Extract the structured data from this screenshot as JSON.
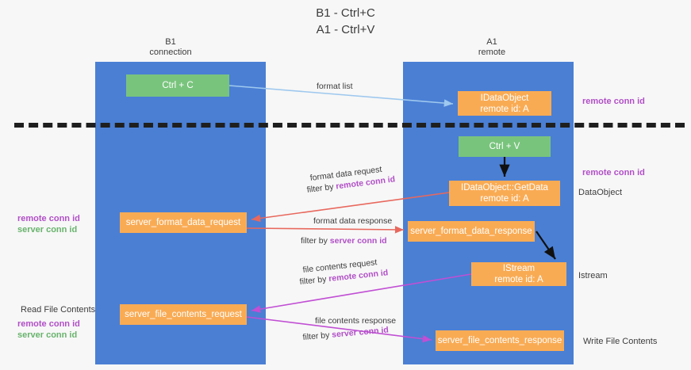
{
  "title": "B1 - Ctrl+C\nA1 - Ctrl+V",
  "columns": {
    "left": "B1\nconnection",
    "right": "A1\nremote"
  },
  "boxes": {
    "ctrl_c": "Ctrl + C",
    "idataobject_line1": "IDataObject",
    "idataobject_line2": "remote id: A",
    "ctrl_v": "Ctrl + V",
    "getdata_line1": "IDataObject::GetData",
    "getdata_line2": "remote id: A",
    "istream_line1": "IStream",
    "istream_line2": "remote id: A",
    "server_format_data_request": "server_format_data_request",
    "server_format_data_response": "server_format_data_response",
    "server_file_contents_request": "server_file_contents_request",
    "server_file_contents_response": "server_file_contents_response"
  },
  "side_labels": {
    "remote_conn_id_top": "remote conn id",
    "remote_conn_id_mid": "remote conn id",
    "data_object": "DataObject",
    "istream": "Istream",
    "write_file_contents": "Write File Contents",
    "read_file_contents": "Read File Contents",
    "left_remote_conn_id_1": "remote conn id",
    "left_server_conn_id_1": "server conn id",
    "left_remote_conn_id_2": "remote conn id",
    "left_server_conn_id_2": "server conn id"
  },
  "edges": {
    "format_list": "format list",
    "format_data_request": "format data request",
    "filter_by_prefix": "filter by ",
    "filter_remote_conn_id": "remote conn id",
    "filter_server_conn_id": "server conn id",
    "format_data_response": "format data response",
    "file_contents_request": "file contents request",
    "file_contents_response": "file contents response"
  },
  "colors": {
    "lane": "#4a7fd4",
    "green_box": "#79c47d",
    "orange_box": "#f9ab54",
    "purple_text": "#b14fc7",
    "green_text": "#68b36c",
    "arrow_light_blue": "#9ec8ee",
    "arrow_red": "#e8685d",
    "arrow_magenta": "#c14fd4",
    "arrow_black": "#1f1f1f",
    "background": "#f7f7f7"
  }
}
